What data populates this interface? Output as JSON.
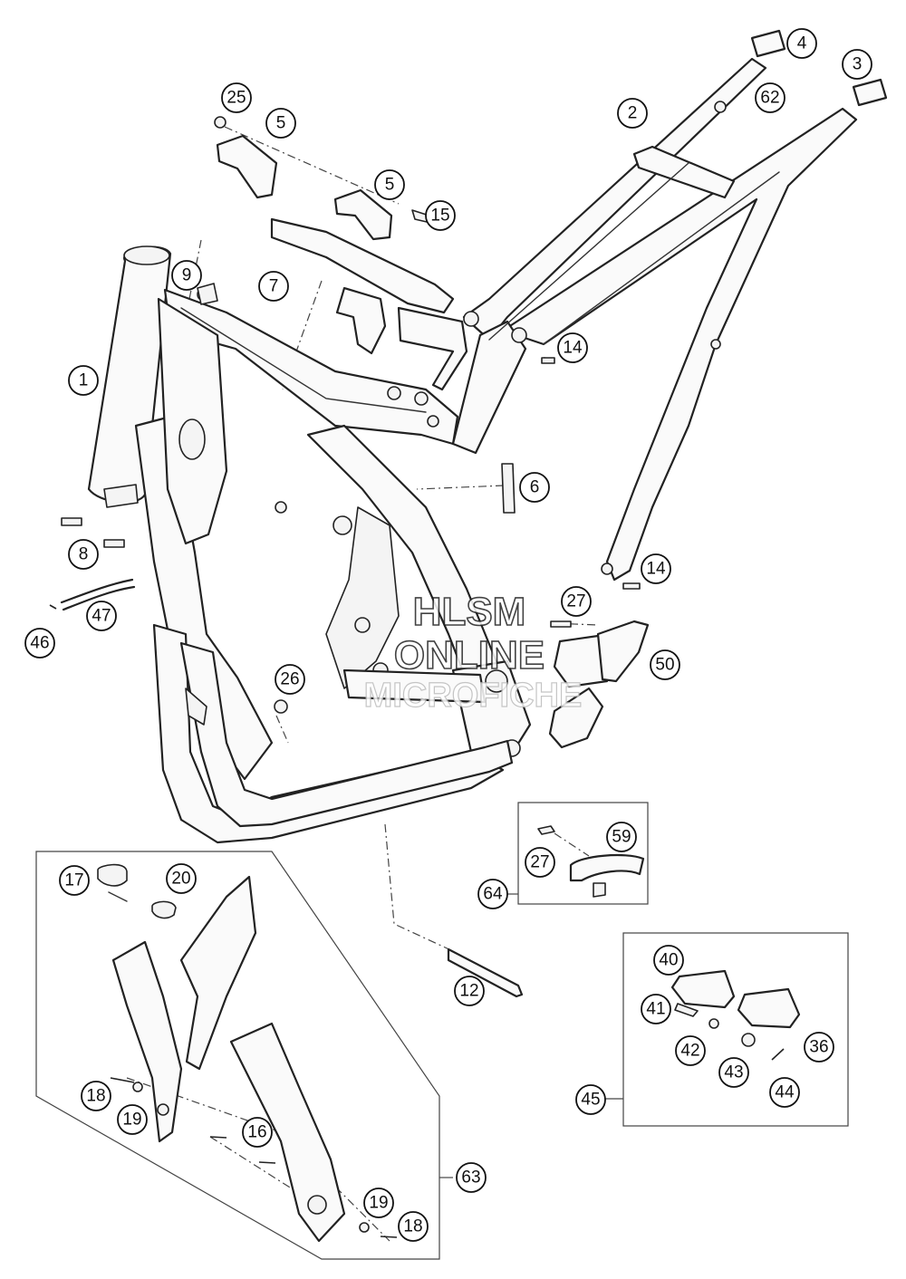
{
  "callouts": [
    {
      "id": "c1",
      "label": "1"
    },
    {
      "id": "c2",
      "label": "2"
    },
    {
      "id": "c3",
      "label": "3"
    },
    {
      "id": "c4",
      "label": "4"
    },
    {
      "id": "c5a",
      "label": "5"
    },
    {
      "id": "c5b",
      "label": "5"
    },
    {
      "id": "c6",
      "label": "6"
    },
    {
      "id": "c7",
      "label": "7"
    },
    {
      "id": "c8",
      "label": "8"
    },
    {
      "id": "c9",
      "label": "9"
    },
    {
      "id": "c12",
      "label": "12"
    },
    {
      "id": "c14a",
      "label": "14"
    },
    {
      "id": "c14b",
      "label": "14"
    },
    {
      "id": "c15",
      "label": "15"
    },
    {
      "id": "c16",
      "label": "16"
    },
    {
      "id": "c17",
      "label": "17"
    },
    {
      "id": "c18a",
      "label": "18"
    },
    {
      "id": "c18b",
      "label": "18"
    },
    {
      "id": "c19a",
      "label": "19"
    },
    {
      "id": "c19b",
      "label": "19"
    },
    {
      "id": "c20",
      "label": "20"
    },
    {
      "id": "c25",
      "label": "25"
    },
    {
      "id": "c26",
      "label": "26"
    },
    {
      "id": "c27a",
      "label": "27"
    },
    {
      "id": "c27b",
      "label": "27"
    },
    {
      "id": "c36",
      "label": "36"
    },
    {
      "id": "c40",
      "label": "40"
    },
    {
      "id": "c41",
      "label": "41"
    },
    {
      "id": "c42",
      "label": "42"
    },
    {
      "id": "c43",
      "label": "43"
    },
    {
      "id": "c44",
      "label": "44"
    },
    {
      "id": "c45",
      "label": "45"
    },
    {
      "id": "c46",
      "label": "46"
    },
    {
      "id": "c47",
      "label": "47"
    },
    {
      "id": "c50",
      "label": "50"
    },
    {
      "id": "c59",
      "label": "59"
    },
    {
      "id": "c62",
      "label": "62"
    },
    {
      "id": "c63",
      "label": "63"
    },
    {
      "id": "c64",
      "label": "64"
    }
  ],
  "watermark": {
    "line1": "HLSM",
    "line2": "ONLINE",
    "line3": "MICROFICHE"
  }
}
